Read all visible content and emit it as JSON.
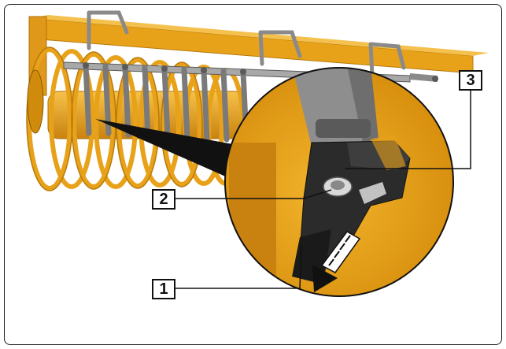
{
  "callouts": [
    {
      "id": "1",
      "label": "1"
    },
    {
      "id": "2",
      "label": "2"
    },
    {
      "id": "3",
      "label": "3"
    }
  ],
  "colors": {
    "machine_yellow": "#e8a21a",
    "machine_yellow_dark": "#c07a08",
    "steel": "#9a9a9a",
    "steel_dark": "#4a4a4a",
    "frame": "#1a1a1a"
  }
}
